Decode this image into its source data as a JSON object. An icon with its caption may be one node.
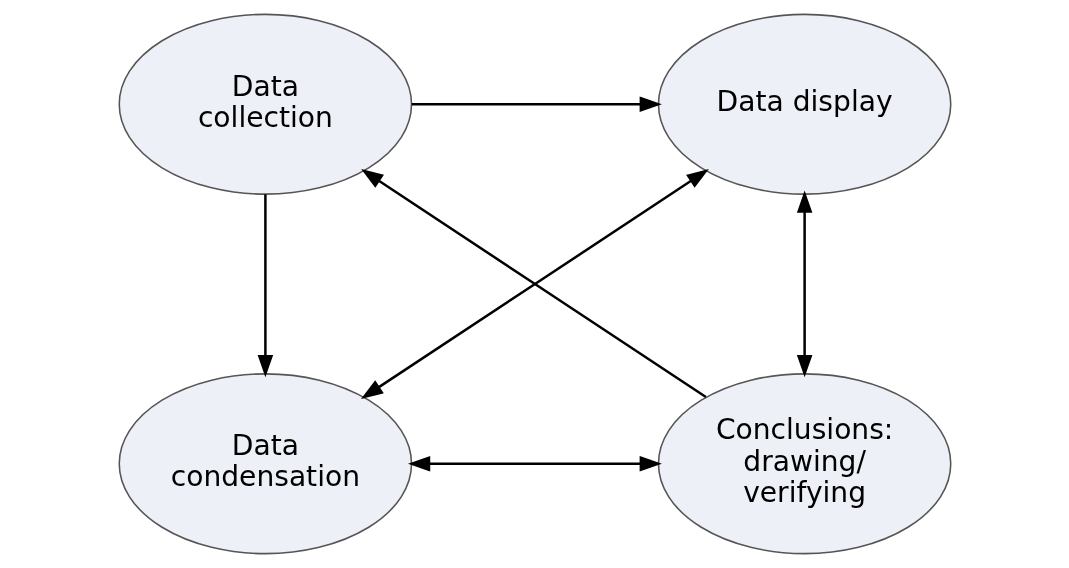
{
  "diagram": {
    "nodes": [
      {
        "text": [
          "Data collection"
        ]
      },
      {
        "text": [
          "Data display"
        ]
      },
      {
        "text": [
          "Data condensation"
        ]
      },
      {
        "text": [
          "Conclusions: drawing/ verifying"
        ]
      }
    ],
    "edges": [
      {
        "from": 0,
        "to": 1,
        "arrow": "to"
      },
      {
        "from": 0,
        "to": 2,
        "arrow": "to"
      },
      {
        "from": 3,
        "to": 0,
        "arrow": "to"
      },
      {
        "from": 2,
        "to": 1,
        "arrow": "both"
      },
      {
        "from": 1,
        "to": 3,
        "arrow": "both"
      },
      {
        "from": 2,
        "to": 3,
        "arrow": "both"
      }
    ]
  }
}
